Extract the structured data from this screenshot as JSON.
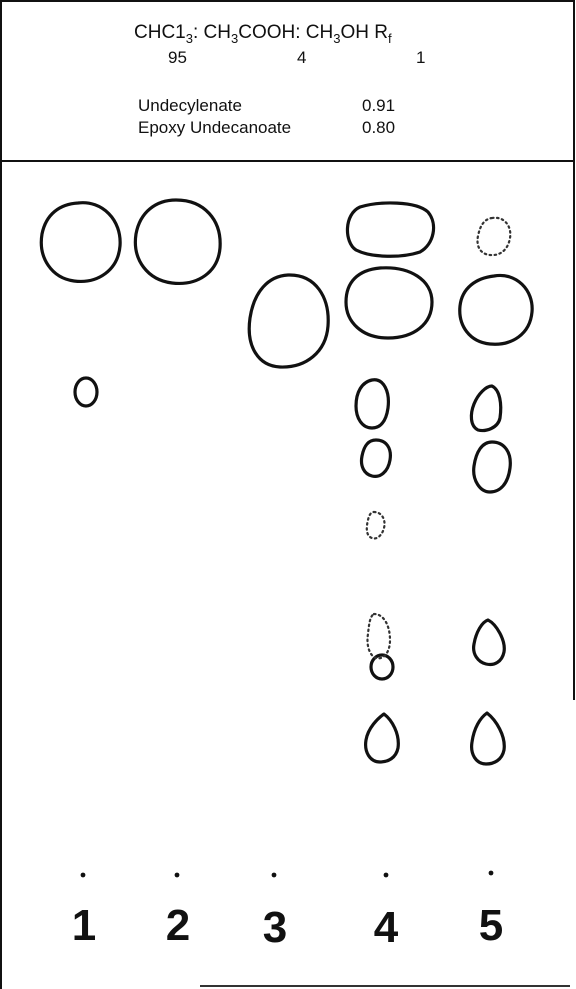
{
  "solvent_system": {
    "components": [
      {
        "formula_main": "CHC1",
        "formula_sub": "3",
        "suffix": ":"
      },
      {
        "formula_main": "CH",
        "formula_sub": "3",
        "formula_rest": "COOH:"
      },
      {
        "formula_main": "CH",
        "formula_sub": "3",
        "formula_rest": "OH"
      }
    ],
    "rf_label_main": "R",
    "rf_label_sub": "f",
    "ratios": [
      "95",
      "4",
      "1"
    ]
  },
  "rf_values": [
    {
      "compound": "Undecylenate",
      "rf": "0.91"
    },
    {
      "compound": "Epoxy Undecanoate",
      "rf": "0.80"
    }
  ],
  "lanes": [
    "1",
    "2",
    "3",
    "4",
    "5"
  ],
  "spots": {
    "lane_1": [
      "large",
      "small"
    ],
    "lane_2": [
      "large"
    ],
    "lane_3": [
      "large"
    ],
    "lane_4": [
      "medium",
      "large",
      "small",
      "small",
      "faint-dotted",
      "faint-dotted",
      "small",
      "small"
    ],
    "lane_5": [
      "faint-dotted",
      "large",
      "small",
      "small",
      "small",
      "small"
    ]
  }
}
